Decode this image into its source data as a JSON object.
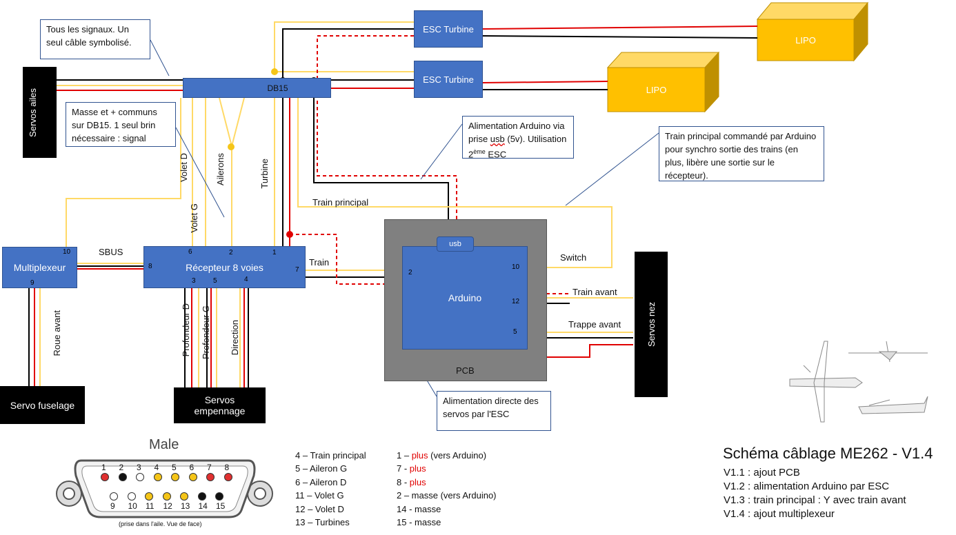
{
  "blocks": {
    "esc1": "ESC Turbine",
    "esc2": "ESC Turbine",
    "lipo1": "LIPO",
    "lipo2": "LIPO",
    "db15": "DB15",
    "servos_ailes": "Servos ailes",
    "multiplexeur": "Multiplexeur",
    "recepteur": "Récepteur 8 voies",
    "arduino": "Arduino",
    "pcb": "PCB",
    "usb": "usb",
    "servos_nez": "Servos  nez",
    "servo_fuselage": "Servo fuselage",
    "servos_empennage": "Servos empennage"
  },
  "callouts": {
    "signaux": "Tous les signaux. Un seul câble symbolisé.",
    "masse": "Masse et + communs sur DB15. 1 seul brin nécessaire : signal",
    "alim_arduino_1": "Alimentation Arduino via prise ",
    "alim_arduino_usb": "usb",
    "alim_arduino_2": " (5v). Utilisation 2",
    "alim_arduino_sup": "ème",
    "alim_arduino_3": " ESC",
    "train_principal": "Train principal commandé par Arduino pour synchro sortie des trains (en plus, libère une sortie sur le récepteur).",
    "alim_directe": "Alimentation directe des servos par l'ESC"
  },
  "labels": {
    "volet_d": "Volet D",
    "ailerons": "Ailerons",
    "turbine": "Turbine",
    "volet_g": "Volet G",
    "train_principal": "Train principal",
    "sbus": "SBUS",
    "train": "Train",
    "switch": "Switch",
    "train_avant": "Train avant",
    "trappe_avant": "Trappe avant",
    "roue_avant": "Roue avant",
    "profondeur_d": "Profondeur D",
    "profondeur_g": "Profondeur G",
    "direction": "Direction"
  },
  "pins": {
    "mux_10": "10",
    "mux_9": "9",
    "rx_6": "6",
    "rx_2": "2",
    "rx_1": "1",
    "rx_8": "8",
    "rx_7": "7",
    "rx_3": "3",
    "rx_5": "5",
    "rx_4": "4",
    "ard_2": "2",
    "ard_10": "10",
    "ard_12": "12",
    "ard_5": "5"
  },
  "connector": {
    "title": "Male",
    "caption": "(prise dans l'aile. Vue de face)",
    "top_numbers": [
      "1",
      "2",
      "3",
      "4",
      "5",
      "6",
      "7",
      "8"
    ],
    "bottom_numbers": [
      "9",
      "10",
      "11",
      "12",
      "13",
      "14",
      "15"
    ],
    "top_colors": [
      "#e03030",
      "#111111",
      "#ffffff",
      "#f5c518",
      "#f5c518",
      "#f5c518",
      "#e03030",
      "#e03030"
    ],
    "bottom_colors": [
      "#ffffff",
      "#ffffff",
      "#f5c518",
      "#f5c518",
      "#f5c518",
      "#111111",
      "#111111"
    ]
  },
  "pin_legend_left": [
    "4 – Train principal",
    "5 – Aileron G",
    "6 – Aileron D",
    "11 – Volet G",
    "12 – Volet D",
    "13 – Turbines"
  ],
  "pin_legend_right": [
    {
      "pre": "1 – ",
      "red": "plus",
      "post": " (vers Arduino)"
    },
    {
      "pre": "7 - ",
      "red": "plus",
      "post": ""
    },
    {
      "pre": "8 - ",
      "red": "plus",
      "post": ""
    },
    {
      "pre": "2 – masse (vers Arduino)",
      "red": "",
      "post": ""
    },
    {
      "pre": "14 - masse",
      "red": "",
      "post": ""
    },
    {
      "pre": "15 - masse",
      "red": "",
      "post": ""
    }
  ],
  "schema": {
    "title": "Schéma câblage ME262 - V1.4",
    "versions": [
      "V1.1 : ajout PCB",
      "V1.2 : alimentation Arduino par ESC",
      "V1.3 : train principal : Y avec train avant",
      "V1.4 : ajout multiplexeur"
    ]
  },
  "colors": {
    "blue": "#4472c4",
    "lipo": "#ffc000",
    "signal": "#ffd966",
    "plus": "#e00000",
    "ground": "#000000",
    "pcb": "#808080"
  }
}
